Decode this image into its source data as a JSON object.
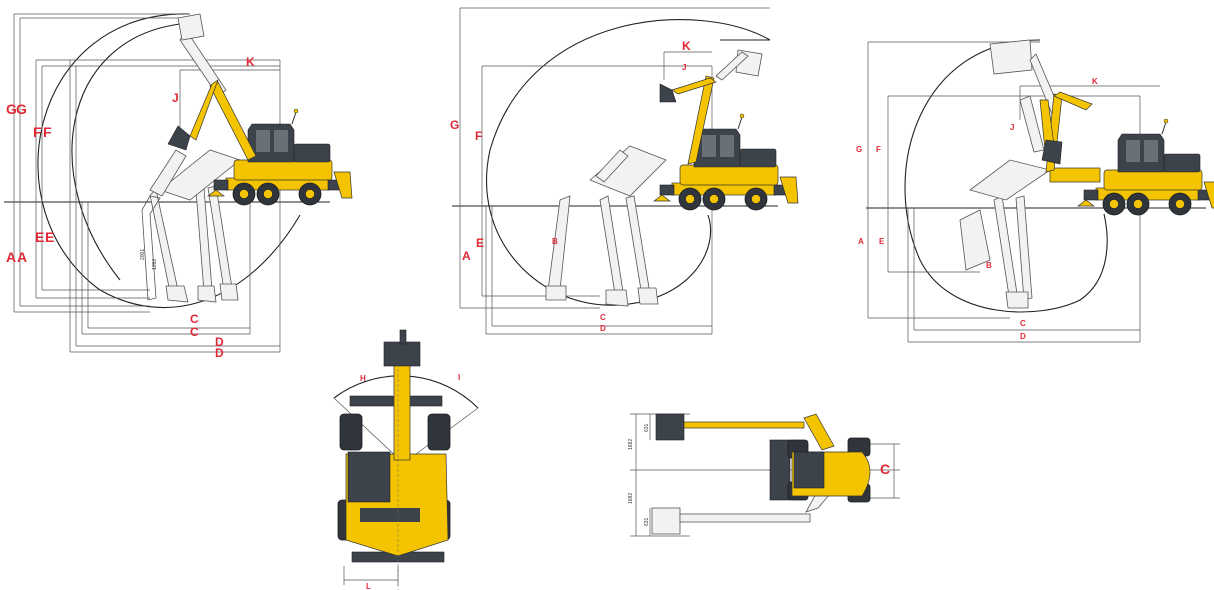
{
  "diagram": {
    "views": [
      {
        "id": "side-view-1",
        "labels": {
          "A": "A",
          "A2": "A",
          "C": "C",
          "C2": "C",
          "D": "D",
          "D2": "D",
          "E": "E",
          "E2": "E",
          "F": "F",
          "F2": "F",
          "G": "G",
          "G2": "G",
          "J": "J",
          "K": "K"
        },
        "dims": [
          "2001",
          "1392"
        ]
      },
      {
        "id": "side-view-2",
        "labels": {
          "A": "A",
          "B": "B",
          "C": "C",
          "D": "D",
          "E": "E",
          "F": "F",
          "G": "G",
          "J": "J",
          "K": "K"
        }
      },
      {
        "id": "side-view-3",
        "labels": {
          "A": "A",
          "B": "B",
          "C": "C",
          "D": "D",
          "E": "E",
          "F": "F",
          "G": "G",
          "J": "J",
          "K": "K"
        }
      },
      {
        "id": "top-view-swing",
        "labels": {
          "H": "H",
          "I": "I",
          "L": "L"
        }
      },
      {
        "id": "top-view-offset",
        "labels": {
          "C": "C"
        },
        "dims": [
          "1682",
          "1682",
          "631",
          "631"
        ]
      }
    ],
    "colors": {
      "machine": "#f5c400",
      "cab": "#3d434b",
      "label": "#e02a37",
      "lines": "#555555"
    }
  }
}
